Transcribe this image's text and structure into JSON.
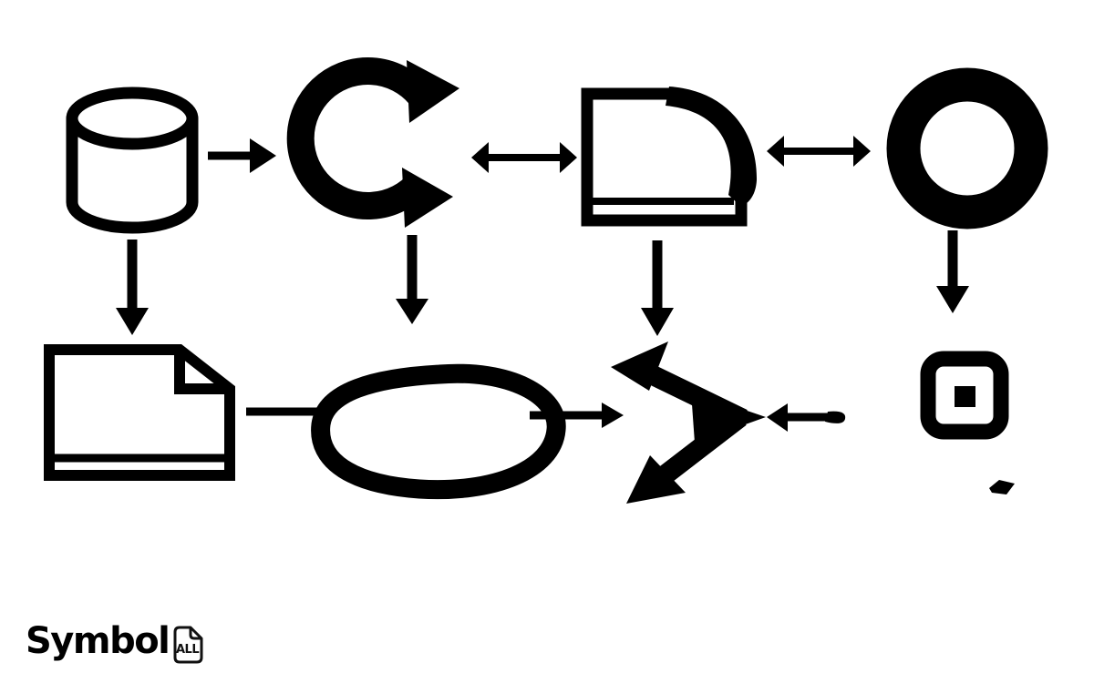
{
  "colors": {
    "ink": "#000000",
    "background": "#ffffff"
  },
  "logo": {
    "brand": "Symbol",
    "icon_text": "ALL"
  },
  "diagram": {
    "rows": [
      {
        "symbols": [
          "database-cylinder",
          "circular-loop-arrow",
          "curled-corner-page",
          "bold-ring"
        ]
      },
      {
        "symbols": [
          "folded-corner-document",
          "hand-drawn-ellipse",
          "three-way-split-arrow",
          "framed-dot-square"
        ]
      }
    ],
    "connectors": [
      {
        "from": "database-cylinder",
        "to": "circular-loop-arrow",
        "style": "single-arrow-right"
      },
      {
        "from": "circular-loop-arrow",
        "to": "curled-corner-page",
        "style": "double-headed-arrow"
      },
      {
        "from": "curled-corner-page",
        "to": "bold-ring",
        "style": "double-headed-arrow"
      },
      {
        "from": "database-cylinder",
        "to": "folded-corner-document",
        "style": "down-arrow"
      },
      {
        "from": "circular-loop-arrow",
        "to": "hand-drawn-ellipse",
        "style": "down-arrow"
      },
      {
        "from": "curled-corner-page",
        "to": "three-way-split-arrow",
        "style": "down-arrow"
      },
      {
        "from": "bold-ring",
        "to": "framed-dot-square",
        "style": "down-arrow"
      },
      {
        "from": "folded-corner-document",
        "to": "hand-drawn-ellipse",
        "style": "plain-line"
      },
      {
        "from": "hand-drawn-ellipse",
        "to": "three-way-split-arrow",
        "style": "single-arrow-right"
      },
      {
        "from": "right-edge",
        "to": "three-way-split-arrow",
        "style": "single-arrow-left"
      }
    ]
  }
}
